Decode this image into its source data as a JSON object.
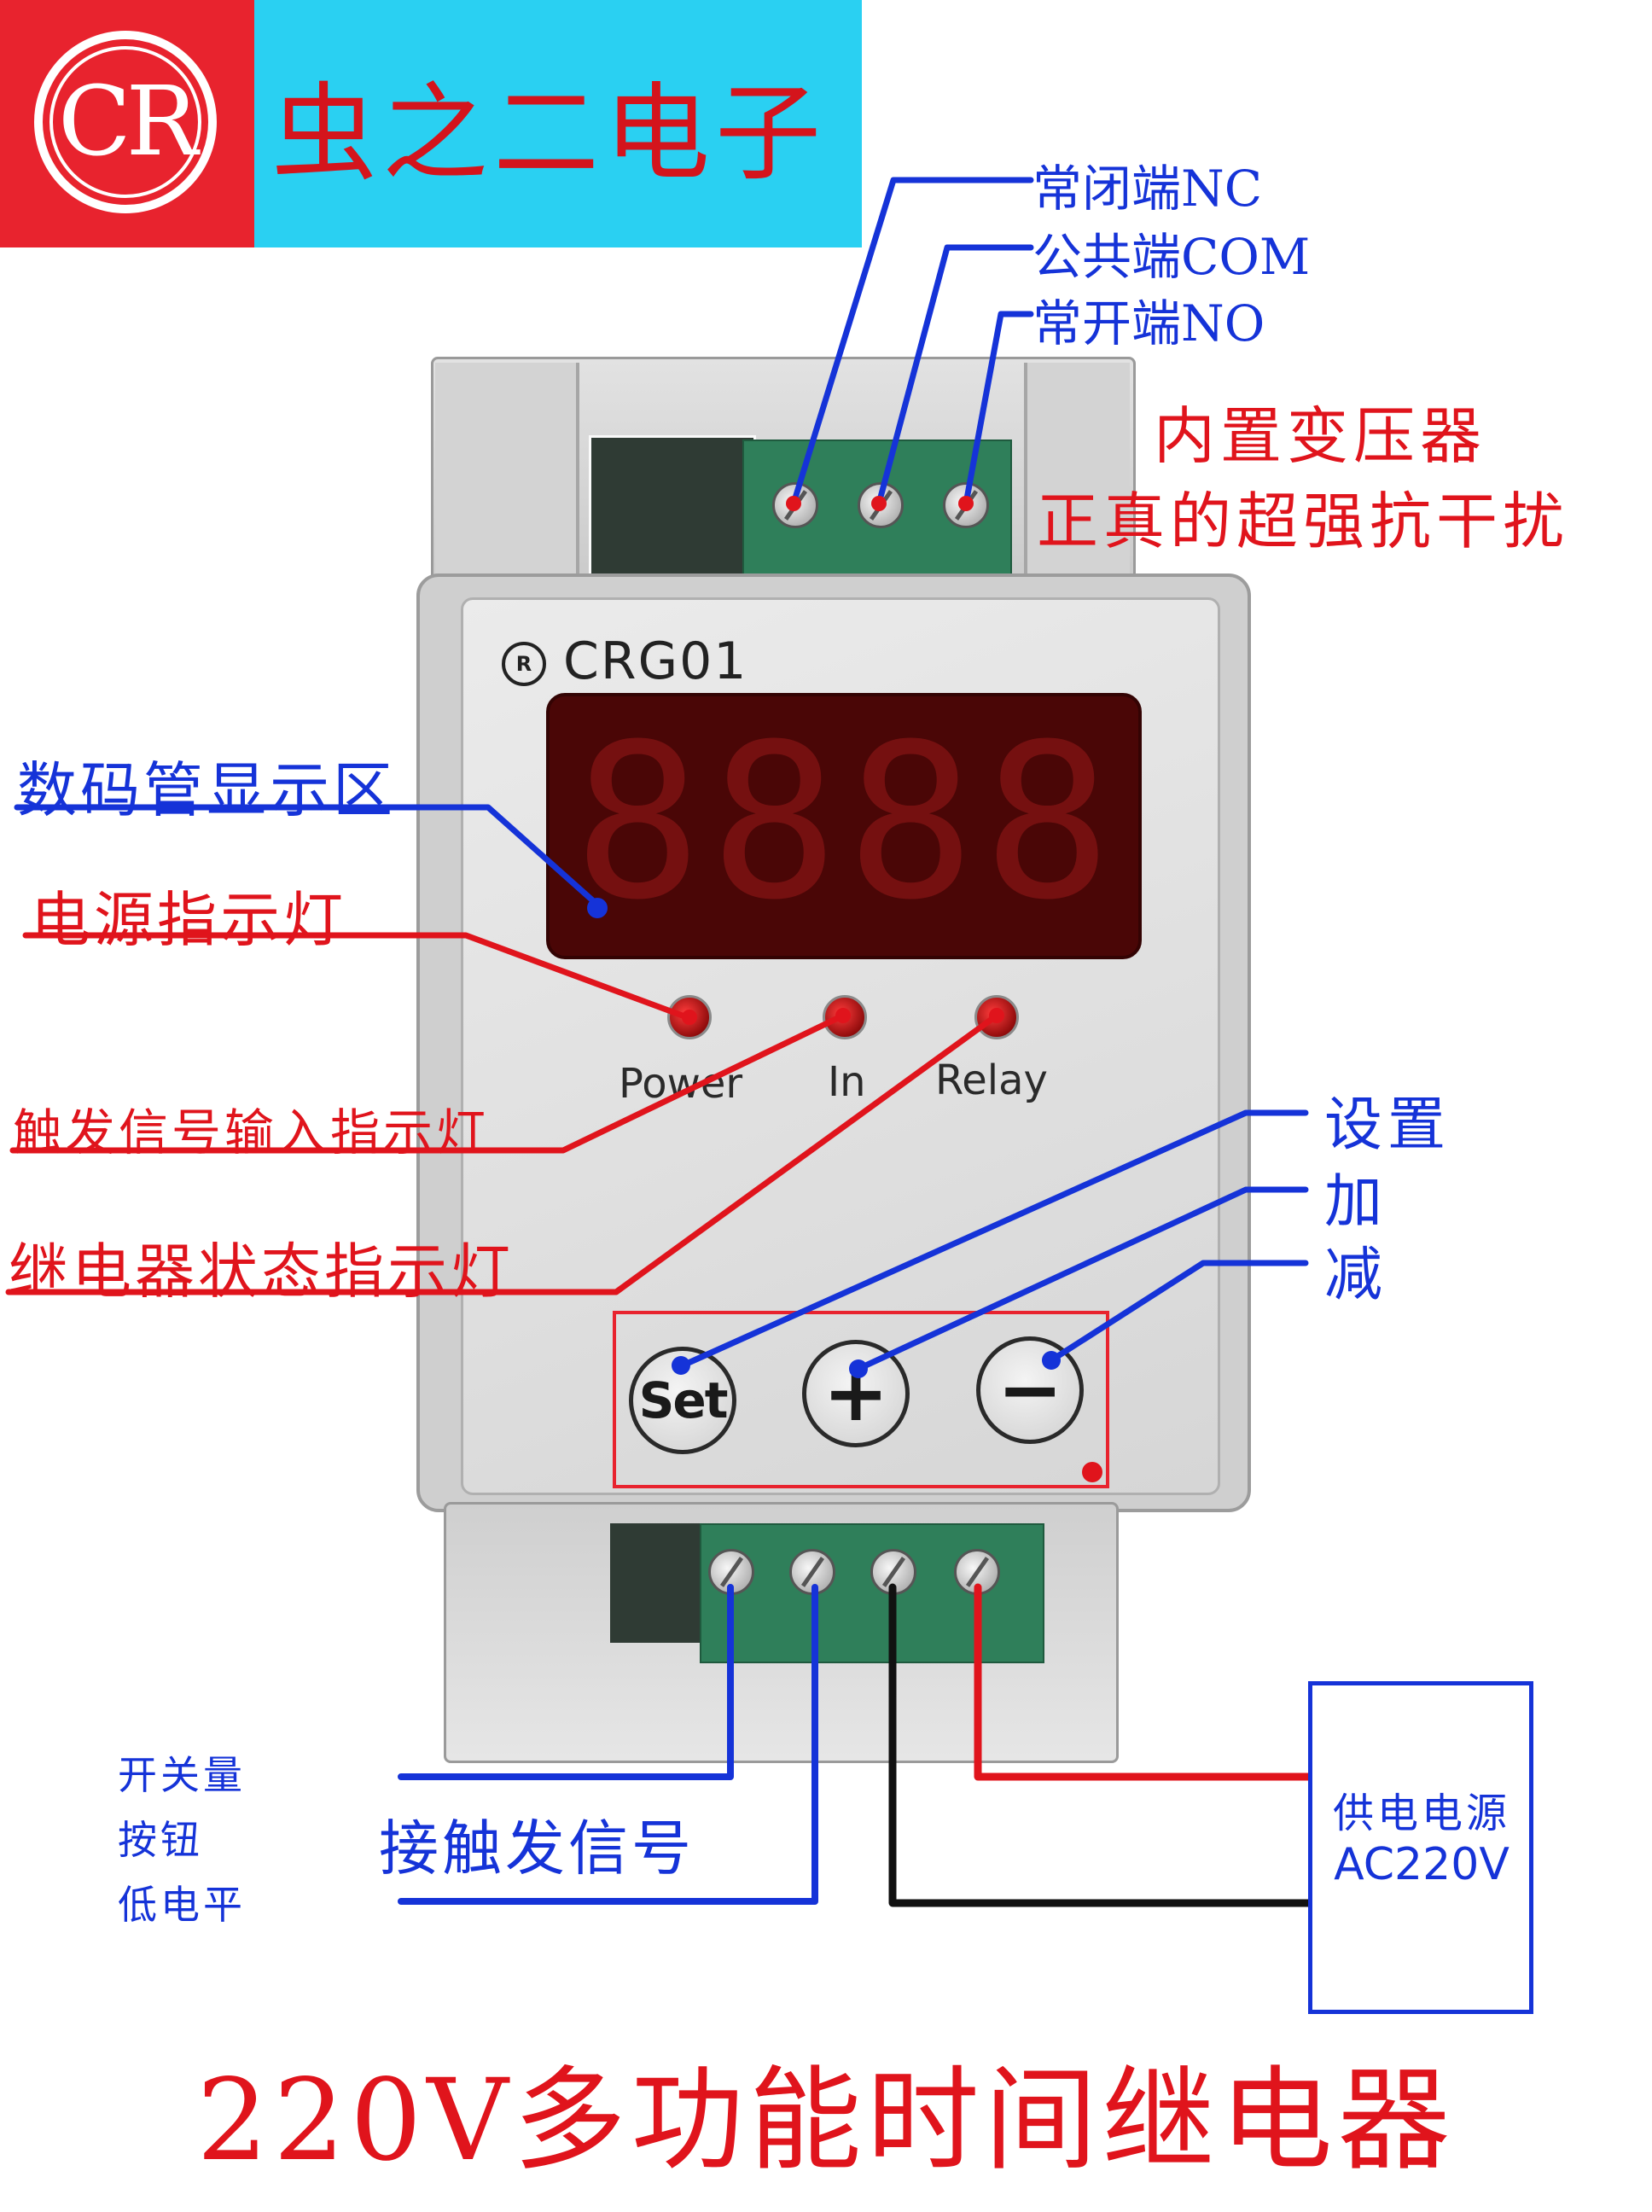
{
  "header": {
    "logo_text": "CR",
    "brand_name": "虫之二电子",
    "brand_color": "#e8232e",
    "banner_color": "#2ad0f2"
  },
  "device": {
    "model": "CRG01",
    "display_digits": [
      "8",
      "8",
      "8",
      "8"
    ],
    "indicators": [
      {
        "label": "Power"
      },
      {
        "label": "In"
      },
      {
        "label": "Relay"
      }
    ],
    "buttons": [
      {
        "label": "Set"
      },
      {
        "label": "+"
      },
      {
        "label": "−"
      }
    ]
  },
  "terminals_top": {
    "nc": "常闭端NC",
    "com": "公共端COM",
    "no": "常开端NO"
  },
  "features": {
    "line1": "内置变压器",
    "line2": "正真的超强抗干扰"
  },
  "annotations": {
    "display_area": "数码管显示区",
    "power_indicator": "电源指示灯",
    "trigger_indicator": "触发信号输入指示灯",
    "relay_indicator": "继电器状态指示灯",
    "set": "设置",
    "plus": "加",
    "minus": "减"
  },
  "trigger": {
    "types": [
      "开关量",
      "按钮",
      "低电平"
    ],
    "connect": "接触发信号"
  },
  "power_supply": {
    "title": "供电电源",
    "voltage": "AC220V"
  },
  "bottom_title": "220V多功能时间继电器",
  "colors": {
    "annotation_blue": "#1533d8",
    "annotation_red": "#e0141c",
    "display_red": "#4a0606"
  }
}
